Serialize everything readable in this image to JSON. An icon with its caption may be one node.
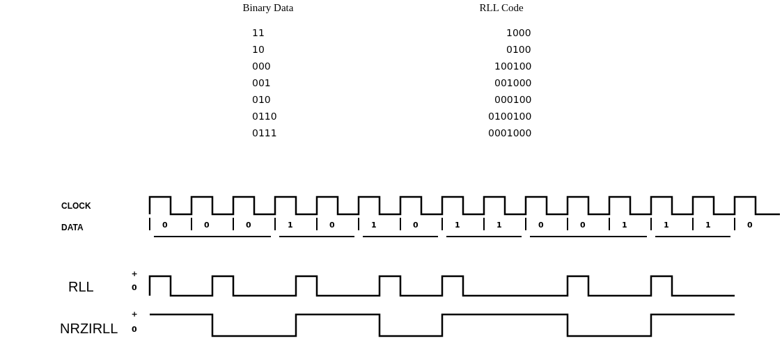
{
  "diagram": {
    "labels": [
      "Binary Data",
      "RLL Code",
      "11",
      "1000",
      "10",
      "0100",
      "000",
      "100100",
      "001",
      "001000",
      "010",
      "000100",
      "0110",
      "0100100",
      "0111",
      "0001000",
      "CLOCK",
      "DATA",
      "0",
      "0",
      "0",
      "1",
      "0",
      "1",
      "0",
      "1",
      "1",
      "0",
      "0",
      "1",
      "1",
      "1",
      "0",
      "RLL",
      "+",
      "0",
      "NRZIRLL",
      "+",
      "0"
    ]
  }
}
